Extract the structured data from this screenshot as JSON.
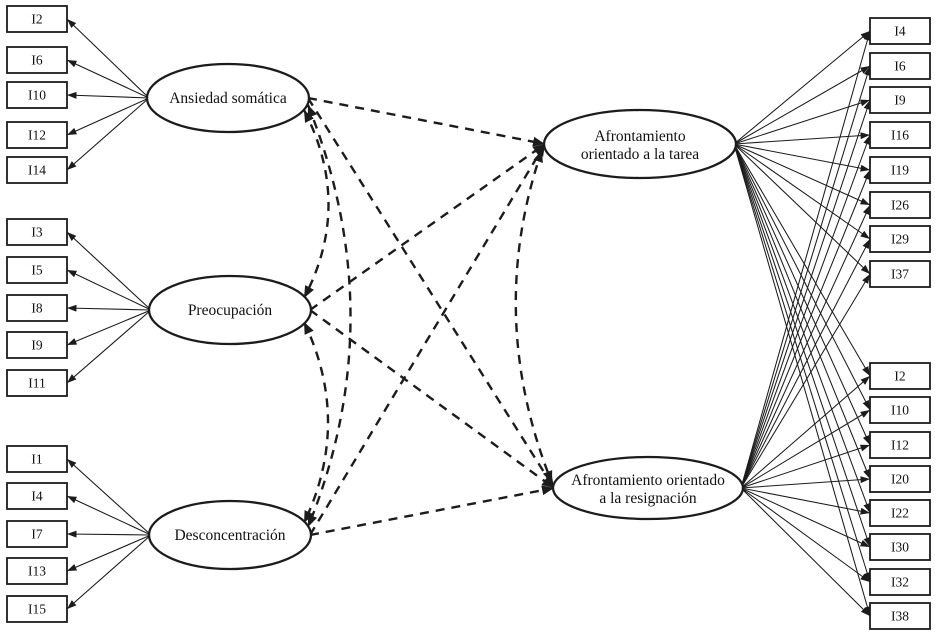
{
  "figure": {
    "type": "sem-path-diagram",
    "background": "#ffffff",
    "line_color": "#1c1c1c",
    "left_factors": [
      {
        "label": "Ansiedad somática",
        "items": [
          "I2",
          "I6",
          "I10",
          "I12",
          "I14"
        ]
      },
      {
        "label": "Preocupación",
        "items": [
          "I3",
          "I5",
          "I8",
          "I9",
          "I11"
        ]
      },
      {
        "label": "Desconcentración",
        "items": [
          "I1",
          "I4",
          "I7",
          "I13",
          "I15"
        ]
      }
    ],
    "right_factors": [
      {
        "label": "Afrontamiento orientado a la tarea",
        "label_lines": [
          "Afrontamiento",
          "orientado a la tarea"
        ]
      },
      {
        "label": "Afrontamiento orientado a la resignación",
        "label_lines": [
          "Afrontamiento orientado",
          "a la resignación"
        ]
      }
    ],
    "right_item_columns": [
      [
        "I4",
        "I6",
        "I9",
        "I16",
        "I19",
        "I26",
        "I29",
        "I37"
      ],
      [
        "I2",
        "I10",
        "I12",
        "I20",
        "I22",
        "I30",
        "I32",
        "I38"
      ]
    ],
    "left_loading_pattern": "each left factor points to its five items with solid arrows",
    "right_loading_pattern": "each right factor points to all sixteen right items with solid arrows",
    "structural_paths": [
      {
        "from": "Ansiedad somática",
        "to": "Afrontamiento orientado a la tarea",
        "style": "dashed-arrow"
      },
      {
        "from": "Ansiedad somática",
        "to": "Afrontamiento orientado a la resignación",
        "style": "dashed-arrow"
      },
      {
        "from": "Preocupación",
        "to": "Afrontamiento orientado a la tarea",
        "style": "dashed-arrow"
      },
      {
        "from": "Preocupación",
        "to": "Afrontamiento orientado a la resignación",
        "style": "dashed-arrow"
      },
      {
        "from": "Desconcentración",
        "to": "Afrontamiento orientado a la tarea",
        "style": "dashed-arrow"
      },
      {
        "from": "Desconcentración",
        "to": "Afrontamiento orientado a la resignación",
        "style": "dashed-arrow"
      }
    ],
    "correlations": [
      {
        "between": [
          "Ansiedad somática",
          "Preocupación"
        ],
        "style": "dashed-double-arrow"
      },
      {
        "between": [
          "Ansiedad somática",
          "Desconcentración"
        ],
        "style": "dashed-double-arrow"
      },
      {
        "between": [
          "Preocupación",
          "Desconcentración"
        ],
        "style": "dashed-double-arrow"
      },
      {
        "between": [
          "Afrontamiento orientado a la tarea",
          "Afrontamiento orientado a la resignación"
        ],
        "style": "dashed-double-arrow"
      }
    ]
  }
}
